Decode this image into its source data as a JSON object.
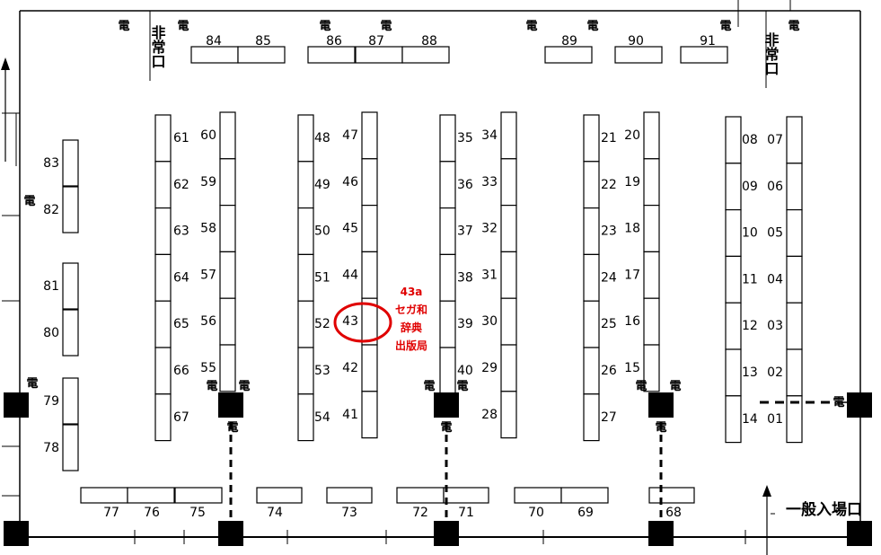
{
  "colors": {
    "line": "#000000",
    "highlight": "#e00000",
    "pillar": "#000000"
  },
  "legend": {
    "power_label": "電"
  },
  "exits": {
    "emergency_label": "非常口",
    "entrance_label": "一般入場口"
  },
  "highlight": {
    "booth": "43",
    "annotation_lines": [
      "43a",
      "セガ和",
      "辞典",
      "出版局"
    ]
  },
  "booths": {
    "top_row": [
      "84",
      "85",
      "86",
      "87",
      "88",
      "89",
      "90",
      "91"
    ],
    "left_column": [
      "83",
      "82",
      "81",
      "80",
      "79",
      "78"
    ],
    "bottom_row": [
      "77",
      "76",
      "75",
      "74",
      "73",
      "72",
      "71",
      "70",
      "69",
      "68"
    ],
    "island_a_left": [
      "61",
      "62",
      "63",
      "64",
      "65",
      "66",
      "67"
    ],
    "island_a_right": [
      "60",
      "59",
      "58",
      "57",
      "56",
      "55"
    ],
    "island_b_left": [
      "48",
      "49",
      "50",
      "51",
      "52",
      "53",
      "54"
    ],
    "island_b_right": [
      "47",
      "46",
      "45",
      "44",
      "43",
      "42",
      "41"
    ],
    "island_c_left": [
      "35",
      "36",
      "37",
      "38",
      "39",
      "40"
    ],
    "island_c_right": [
      "34",
      "33",
      "32",
      "31",
      "30",
      "29",
      "28"
    ],
    "island_d_left": [
      "21",
      "22",
      "23",
      "24",
      "25",
      "26",
      "27"
    ],
    "island_d_right": [
      "20",
      "19",
      "18",
      "17",
      "16",
      "15"
    ],
    "island_e_left": [
      "08",
      "09",
      "10",
      "11",
      "12",
      "13",
      "14"
    ],
    "island_e_right": [
      "07",
      "06",
      "05",
      "04",
      "03",
      "02",
      "01"
    ]
  }
}
